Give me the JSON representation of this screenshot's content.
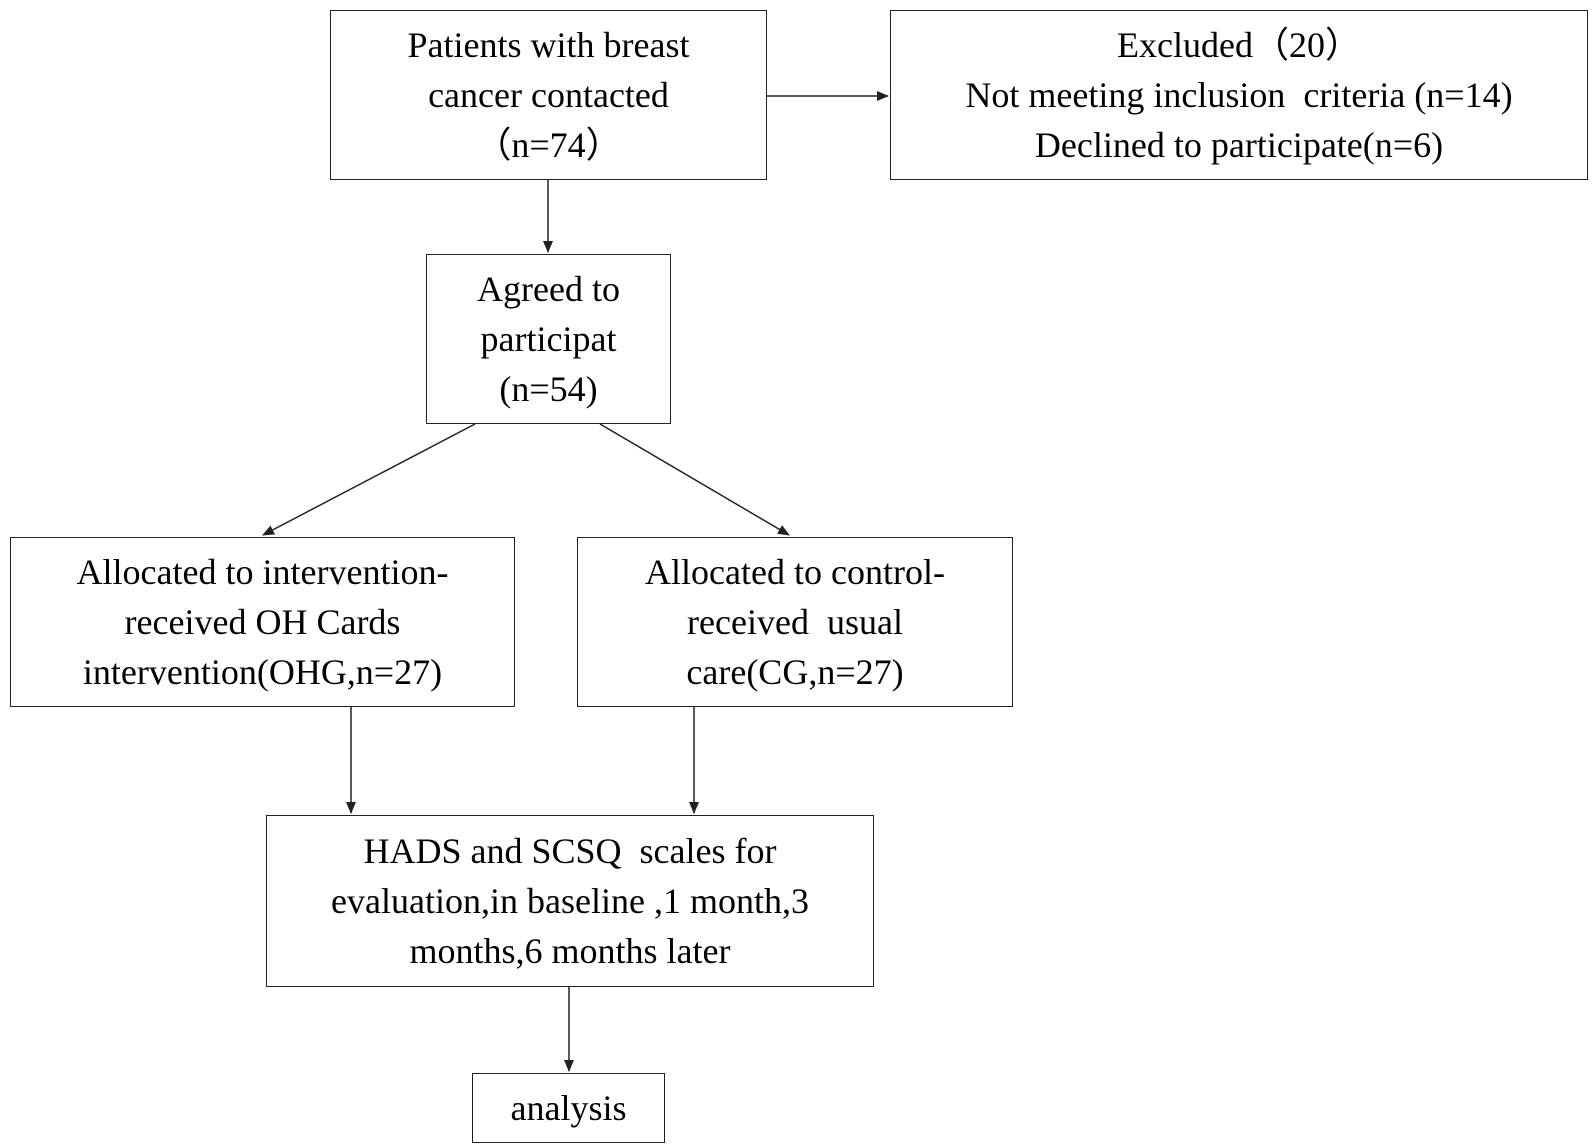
{
  "diagram": {
    "boxes": {
      "patients": {
        "lines": [
          "Patients with breast",
          "cancer contacted",
          "（n=74）"
        ]
      },
      "excluded": {
        "lines": [
          "Excluded（20）",
          "Not meeting inclusion  criteria (n=14)",
          "Declined to participate(n=6)"
        ]
      },
      "agreed": {
        "lines": [
          "Agreed to",
          "participat",
          "(n=54)"
        ]
      },
      "intervention": {
        "lines": [
          "Allocated to intervention-",
          "received OH Cards",
          "intervention(OHG,n=27)"
        ]
      },
      "control": {
        "lines": [
          "Allocated to control-",
          "received  usual",
          "care(CG,n=27)"
        ]
      },
      "hads": {
        "lines": [
          "HADS and SCSQ  scales for",
          "evaluation,in baseline ,1 month,3",
          "months,6 months later"
        ]
      },
      "analysis": {
        "lines": [
          "analysis"
        ]
      }
    },
    "colors": {
      "line": "#222222",
      "text": "#000000",
      "background": "#ffffff"
    }
  }
}
